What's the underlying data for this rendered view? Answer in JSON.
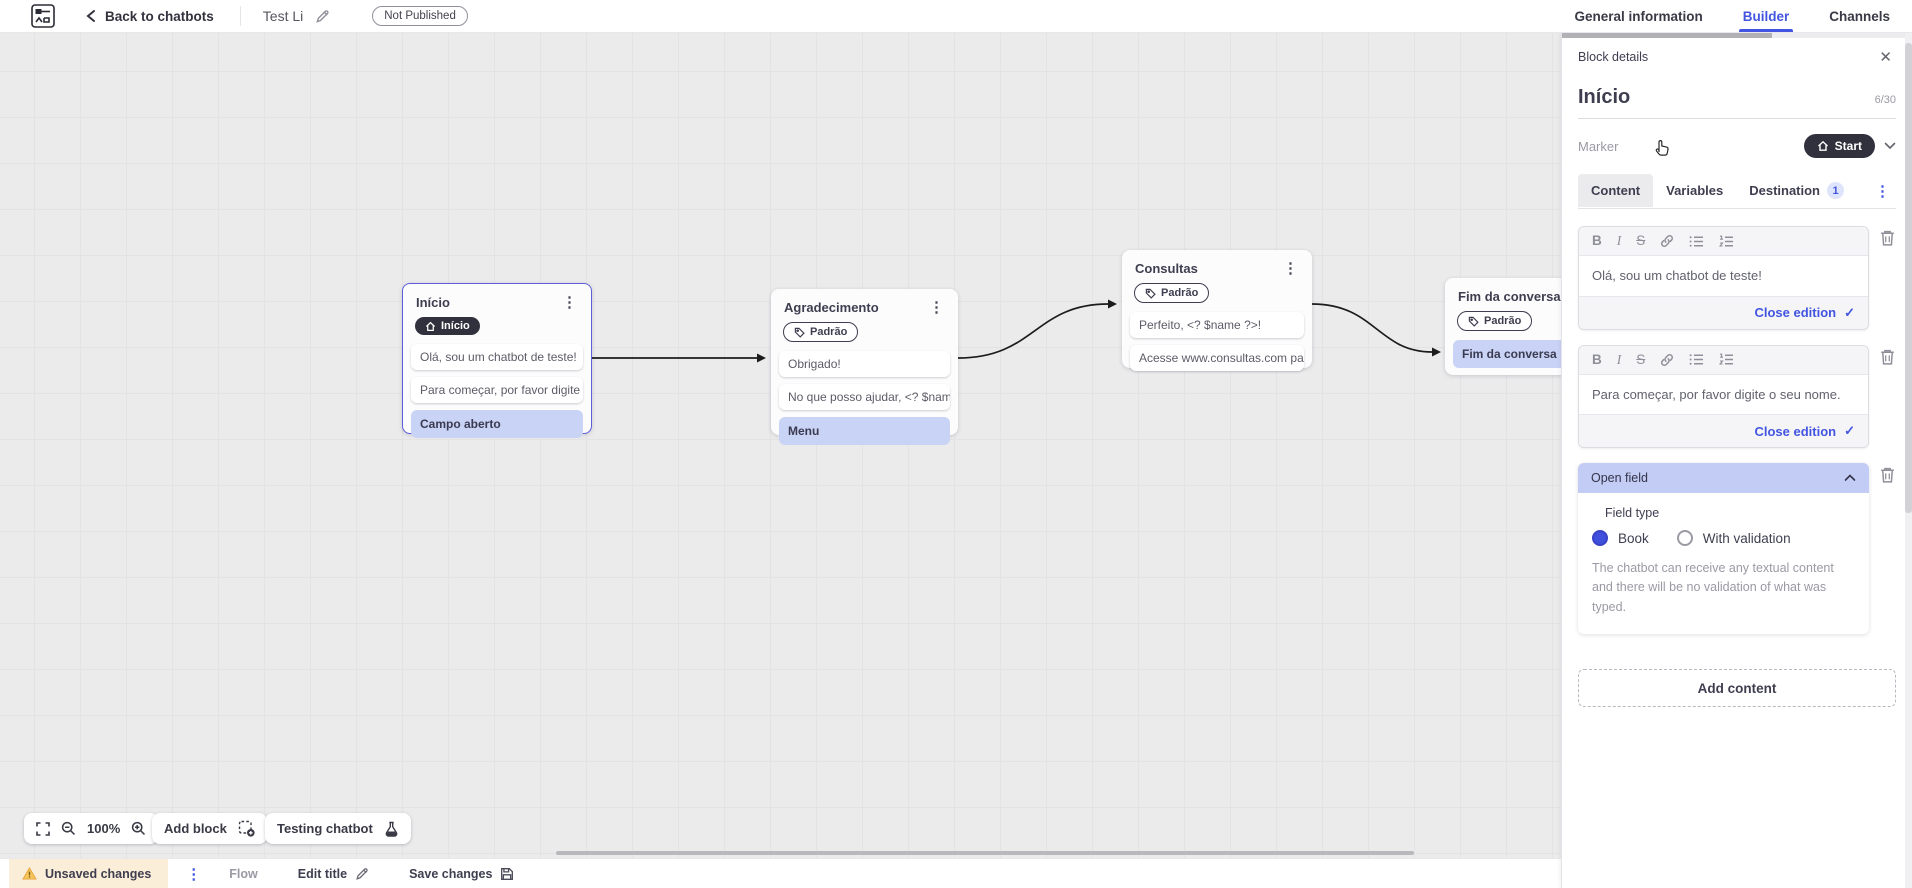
{
  "icons": {
    "kebab": "⋮",
    "close": "✕",
    "check": "✓",
    "bold": "B",
    "italic": "I",
    "strike": "S"
  },
  "colors": {
    "accent_blue": "#4355e0",
    "lavender_item": "#c9d3f6",
    "lavender_header": "#c2ccf4",
    "dark_pill": "#31313d",
    "selected_block_border": "#5e5edb",
    "canvas_background": "#ebebec",
    "unsaved_chip_background": "#fbeed8",
    "warning_yellow": "#f5b940"
  },
  "topbar": {
    "back_label": "Back to chatbots",
    "title": "Test Li",
    "status_badge": "Not Published",
    "tabs": [
      {
        "label": "General information",
        "active": false
      },
      {
        "label": "Builder",
        "active": true
      },
      {
        "label": "Channels",
        "active": false
      }
    ]
  },
  "canvas": {
    "blocks": [
      {
        "title": "Início",
        "marker": "Início",
        "marker_type": "start",
        "selected": true,
        "items": [
          {
            "text": "Olá, sou um chatbot de teste!",
            "type": "message"
          },
          {
            "text": "Para começar, por favor digite o ...",
            "type": "message"
          },
          {
            "text": "Campo aberto",
            "type": "action"
          }
        ]
      },
      {
        "title": "Agradecimento",
        "marker": "Padrão",
        "marker_type": "default",
        "selected": false,
        "items": [
          {
            "text": "Obrigado!",
            "type": "message"
          },
          {
            "text": "No que posso ajudar, <? $name ...",
            "type": "message"
          },
          {
            "text": "Menu",
            "type": "action"
          }
        ]
      },
      {
        "title": "Consultas",
        "marker": "Padrão",
        "marker_type": "default",
        "selected": false,
        "items": [
          {
            "text": "Perfeito, <? $name ?>!",
            "type": "message"
          },
          {
            "text": "Acesse www.consultas.com par...",
            "type": "message"
          }
        ]
      },
      {
        "title": "Fim da conversa",
        "marker": "Padrão",
        "marker_type": "default",
        "selected": false,
        "items": [
          {
            "text": "Fim da conversa",
            "type": "action"
          }
        ]
      }
    ],
    "toolbar": {
      "zoom_level": "100%",
      "add_block": "Add block",
      "testing_chatbot": "Testing chatbot"
    }
  },
  "statusbar": {
    "unsaved": "Unsaved changes",
    "flow": "Flow",
    "edit_title": "Edit title",
    "save": "Save changes"
  },
  "panel": {
    "header": "Block details",
    "name": "Início",
    "counter": "6/30",
    "marker_label": "Marker",
    "marker_value": "Start",
    "tabs": [
      {
        "label": "Content",
        "active": true
      },
      {
        "label": "Variables",
        "active": false
      },
      {
        "label": "Destination",
        "active": false,
        "badge": "1"
      }
    ],
    "editors": [
      {
        "text": "Olá, sou um chatbot de teste!",
        "close_label": "Close edition"
      },
      {
        "text": "Para começar, por favor digite o seu nome.",
        "close_label": "Close edition"
      }
    ],
    "open_field": {
      "title": "Open field",
      "field_type_label": "Field type",
      "options": [
        {
          "label": "Book",
          "selected": true
        },
        {
          "label": "With validation",
          "selected": false
        }
      ],
      "helper": "The chatbot can receive any textual content and there will be no validation of what was typed."
    },
    "add_content": "Add content"
  }
}
